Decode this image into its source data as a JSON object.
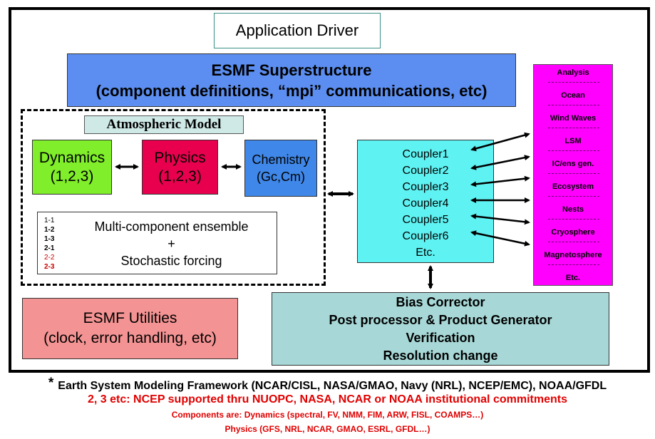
{
  "diagram": {
    "application_driver": "Application Driver",
    "superstructure": {
      "line1": "ESMF Superstructure",
      "line2": "(component definitions, “mpi” communications, etc)"
    },
    "atmospheric_model": {
      "title": "Atmospheric Model",
      "dynamics": {
        "name": "Dynamics",
        "variants": "(1,2,3)"
      },
      "physics": {
        "name": "Physics",
        "variants": "(1,2,3)"
      },
      "chemistry": {
        "name": "Chemistry",
        "variants": "(Gc,Cm)"
      },
      "ensemble": {
        "codes": [
          {
            "text": "1-1",
            "color": "#000000",
            "bold": false
          },
          {
            "text": "1-2",
            "color": "#000000",
            "bold": true,
            "red_tail": "2"
          },
          {
            "text": "1-3",
            "color": "#000000",
            "bold": true,
            "red_tail": "3"
          },
          {
            "text": "2-1",
            "color": "#cc0000",
            "bold": true,
            "black_tail": "1"
          },
          {
            "text": "2-2",
            "color": "#cc0000",
            "bold": false
          },
          {
            "text": "2-3",
            "color": "#cc0000",
            "bold": true
          }
        ],
        "line1": "Multi-component ensemble",
        "line2": "+",
        "line3": "Stochastic forcing"
      }
    },
    "couplers": [
      "Coupler1",
      "Coupler2",
      "Coupler3",
      "Coupler4",
      "Coupler5",
      "Coupler6",
      "Etc."
    ],
    "components": [
      "Analysis",
      "Ocean",
      "Wind Waves",
      "LSM",
      "IC/ens gen.",
      "Ecosystem",
      "Nests",
      "Cryosphere",
      "Magnetosphere",
      "Etc."
    ],
    "post_processing": [
      "Bias Corrector",
      "Post processor & Product Generator",
      "Verification",
      "Resolution change"
    ],
    "utilities": {
      "line1": "ESMF Utilities",
      "line2": "(clock, error handling, etc)"
    }
  },
  "footnotes": {
    "star": "*",
    "line1": "Earth System Modeling Framework (NCAR/CISL, NASA/GMAO, Navy (NRL), NCEP/EMC), NOAA/GFDL",
    "line2": "2, 3 etc: NCEP supported thru NUOPC, NASA, NCAR or NOAA institutional commitments",
    "line3": "Components are: Dynamics (spectral, FV, NMM, FIM, ARW, FISL, COAMPS…)",
    "line4": "Physics (GFS, NRL, NCAR, GMAO, ESRL, GFDL…)"
  },
  "colors": {
    "superstructure": "#5b8ef0",
    "dynamics": "#80ee2a",
    "physics": "#e8004f",
    "chemistry": "#3f87e8",
    "couplers": "#5ff2f2",
    "components": "#ff00ff",
    "post_processing": "#a7d8d7",
    "utilities": "#f49393",
    "footnote_red": "#e00000"
  }
}
